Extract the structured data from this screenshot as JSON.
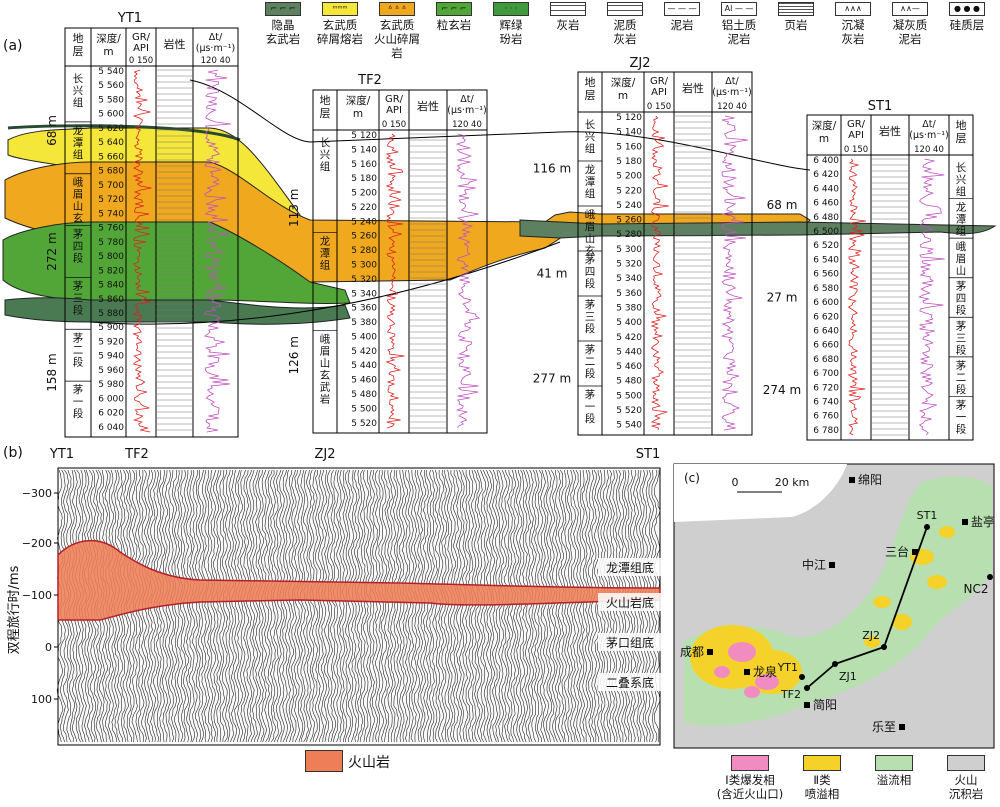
{
  "panels": {
    "a": "(a)",
    "b": "(b)",
    "c": "(c)"
  },
  "legend": [
    {
      "label": "隐晶\n玄武岩",
      "color": "#5c8060",
      "pattern": "tick"
    },
    {
      "label": "玄武质\n碎屑熔岩",
      "color": "#f5e63a",
      "pattern": "m"
    },
    {
      "label": "玄武质\n火山碎屑岩",
      "color": "#f0a81e",
      "pattern": "tri"
    },
    {
      "label": "粒玄岩",
      "color": "#52a638",
      "pattern": "tick"
    },
    {
      "label": "辉绿\n玢岩",
      "color": "#3e9a3a",
      "pattern": "dot"
    },
    {
      "label": "灰岩",
      "color": "#ffffff",
      "pattern": "brick"
    },
    {
      "label": "泥质\n灰岩",
      "color": "#ffffff",
      "pattern": "brickdash"
    },
    {
      "label": "泥岩",
      "color": "#ffffff",
      "pattern": "dash"
    },
    {
      "label": "铝土质\n泥岩",
      "color": "#ffffff",
      "pattern": "Al"
    },
    {
      "label": "页岩",
      "color": "#ffffff",
      "pattern": "lines"
    },
    {
      "label": "沉凝\n灰岩",
      "color": "#ffffff",
      "pattern": "caret"
    },
    {
      "label": "凝灰质\n泥岩",
      "color": "#ffffff",
      "pattern": "caretdash"
    },
    {
      "label": "硅质层",
      "color": "#ffffff",
      "pattern": "dots"
    }
  ],
  "common_headers": {
    "strata": "地\n层",
    "depth": "深度/\nm",
    "gr": "GR/\nAPI",
    "gr_scale": "0  150",
    "lith": "岩性",
    "dt": "Δt/\n(μs·m⁻¹)",
    "dt_scale": "120  40"
  },
  "wells": [
    {
      "name": "YT1",
      "depths": [
        "5 540",
        "5 560",
        "5 580",
        "5 600",
        "5 620",
        "5 640",
        "5 660",
        "5 680",
        "5 700",
        "5 720",
        "5 740",
        "5 760",
        "5 780",
        "5 800",
        "5 820",
        "5 840",
        "5 860",
        "5 880",
        "5 900",
        "5 920",
        "5 940",
        "5 960",
        "5 980",
        "6 000",
        "6 020",
        "6 040"
      ],
      "strata": [
        "长兴组",
        "龙潭组",
        "峨眉山玄武岩",
        "茅四段",
        "茅三段",
        "茅二段",
        "茅一段"
      ],
      "thicknesses": [
        "68 m",
        "272 m",
        "158 m"
      ]
    },
    {
      "name": "TF2",
      "depths": [
        "5 120",
        "5 140",
        "5 160",
        "5 180",
        "5 200",
        "5 220",
        "5 240",
        "5 260",
        "5 280",
        "5 300",
        "5 320",
        "5 340",
        "5 360",
        "5 380",
        "5 400",
        "5 420",
        "5 440",
        "5 460",
        "5 480",
        "5 500",
        "5 520"
      ],
      "strata": [
        "长兴组",
        "龙潭组",
        "峨眉山玄武岩"
      ],
      "thicknesses": [
        "113 m",
        "126 m"
      ]
    },
    {
      "name": "ZJ2",
      "depths": [
        "5 120",
        "5 140",
        "5 160",
        "5 180",
        "5 200",
        "5 220",
        "5 240",
        "5 260",
        "5 280",
        "5 300",
        "5 320",
        "5 340",
        "5 360",
        "5 380",
        "5 400",
        "5 420",
        "5 440",
        "5 460",
        "5 480",
        "5 500",
        "5 520",
        "5 540"
      ],
      "strata": [
        "长兴组",
        "龙潭组",
        "峨眉山玄武岩",
        "茅四段",
        "茅三段",
        "茅二段",
        "茅一段"
      ],
      "thicknesses": [
        "116 m",
        "41 m",
        "277 m"
      ]
    },
    {
      "name": "ST1",
      "depths": [
        "6 400",
        "6 420",
        "6 440",
        "6 460",
        "6 480",
        "6 500",
        "6 520",
        "6 540",
        "6 560",
        "6 580",
        "6 600",
        "6 620",
        "6 640",
        "6 660",
        "6 680",
        "6 700",
        "6 720",
        "6 740",
        "6 760",
        "6 780"
      ],
      "strata": [
        "长兴组",
        "龙潭组",
        "峨眉山玄武岩",
        "茅四段",
        "茅三段",
        "茅二段",
        "茅一段"
      ],
      "thicknesses": [
        "68 m",
        "27 m",
        "274 m"
      ]
    }
  ],
  "seismic": {
    "wells": [
      "YT1",
      "TF2",
      "ZJ2",
      "ST1"
    ],
    "ylabel": "双程旅行时/ms",
    "yticks": [
      "−300",
      "−200",
      "−100",
      "0",
      "100"
    ],
    "horizons": [
      "龙潭组底",
      "火山岩底",
      "茅口组底",
      "二叠系底"
    ],
    "legend": "火山岩"
  },
  "map": {
    "scale": [
      "0",
      "20 km"
    ],
    "cities": [
      "绵阳",
      "盐亭",
      "中江",
      "三台",
      "NC2",
      "成都",
      "龙泉",
      "简阳",
      "乐至"
    ],
    "wells": [
      "ST1",
      "ZJ2",
      "ZJ1",
      "YT1",
      "TF2"
    ],
    "legend": [
      {
        "label": "Ⅰ类爆发相\n(含近火山口)",
        "color": "#f08cc0"
      },
      {
        "label": "Ⅱ类\n喷溢相",
        "color": "#f5d22a"
      },
      {
        "label": "溢流相",
        "color": "#b8dfb0"
      },
      {
        "label": "火山\n沉积岩",
        "color": "#cfcfcf"
      }
    ]
  }
}
